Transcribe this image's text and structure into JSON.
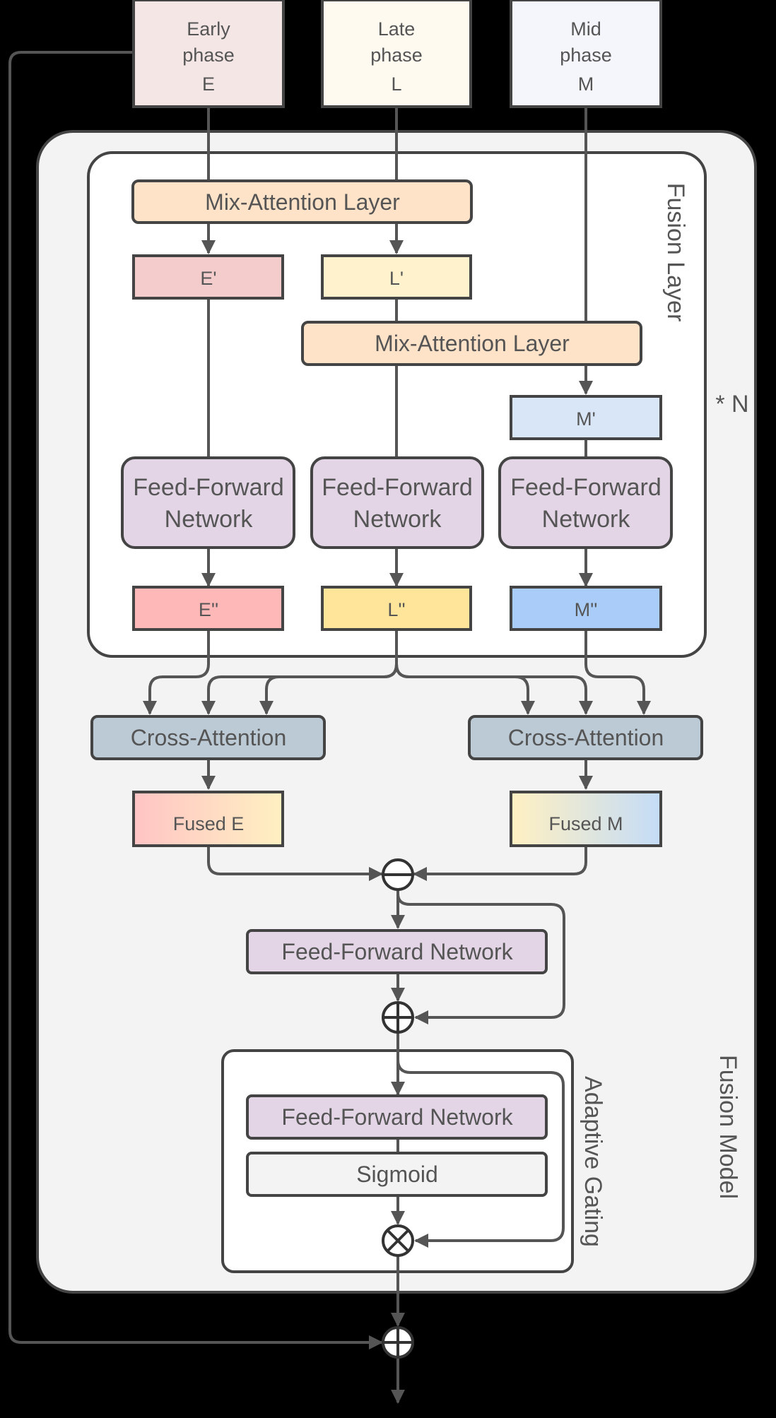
{
  "inputs": {
    "early": {
      "line1": "Early",
      "line2": "phase",
      "line3": "E"
    },
    "late": {
      "line1": "Late",
      "line2": "phase",
      "line3": "L"
    },
    "mid": {
      "line1": "Mid",
      "line2": "phase",
      "line3": "M"
    }
  },
  "fusion_layer": {
    "label": "Fusion Layer",
    "repeat": "* N",
    "mix_attention_1": "Mix-Attention Layer",
    "mix_attention_2": "Mix-Attention Layer",
    "e_prime": "E'",
    "l_prime": "L'",
    "m_prime": "M'",
    "ffn_line1": "Feed-Forward",
    "ffn_line2": "Network",
    "e_double": "E''",
    "l_double": "L''",
    "m_double": "M''"
  },
  "cross_attention": {
    "left": "Cross-Attention",
    "right": "Cross-Attention",
    "fused_e": "Fused E",
    "fused_m": "Fused M"
  },
  "model": {
    "label": "Fusion Model",
    "ffn": "Feed-Forward Network"
  },
  "gating": {
    "label": "Adaptive Gating",
    "ffn": "Feed-Forward Network",
    "sigmoid": "Sigmoid"
  },
  "colors": {
    "background": "#000000",
    "model_panel": "#f3f3f3",
    "early_input": "#f5e6e6",
    "late_input": "#fffaf0",
    "mid_input": "#f5f6fc",
    "mix_attention": "#ffe3c8",
    "e_prime": "#f4cccc",
    "l_prime": "#fff2cc",
    "m_prime": "#d9e6f7",
    "ffn": "#e3d5e6",
    "e_double": "#ffb8b8",
    "l_double": "#ffe599",
    "m_double": "#a9cdf8",
    "cross_attention": "#bccad5",
    "sigmoid": "#f3f3f3",
    "stroke": "#444444"
  }
}
